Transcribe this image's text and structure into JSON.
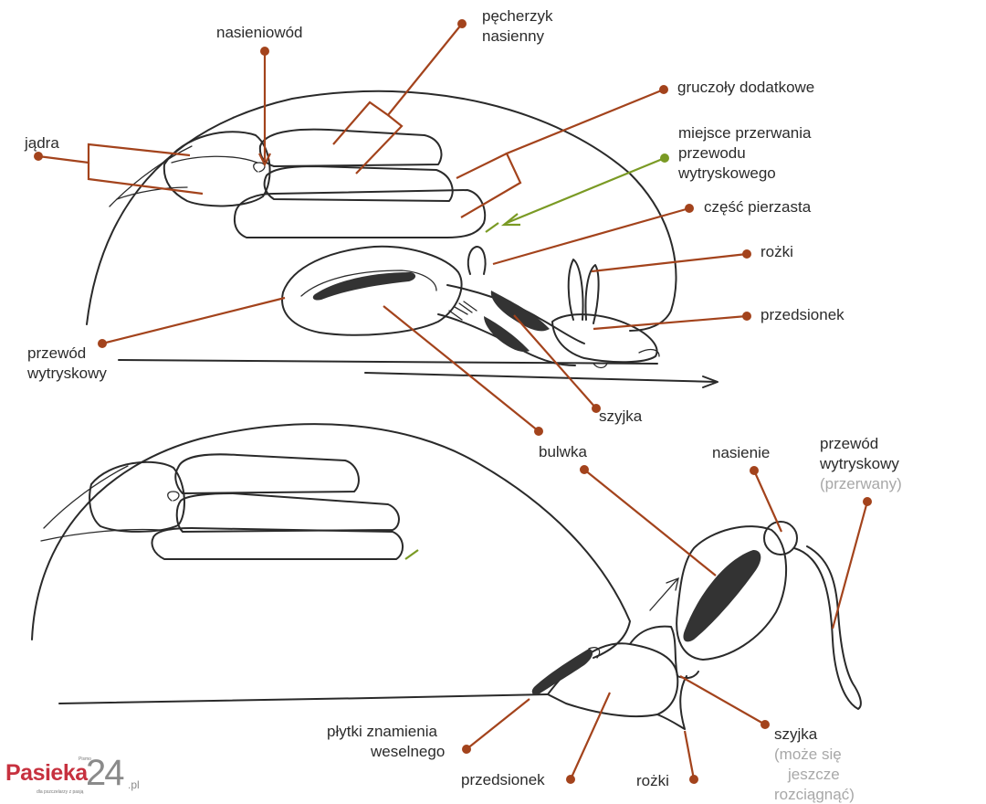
{
  "labels": {
    "top_nasieniowod": "nasieniowód",
    "top_pecherzyk_1": "pęcherzyk",
    "top_pecherzyk_2": "nasienny",
    "top_gruczoly": "gruczoły dodatkowe",
    "top_jadra": "jądra",
    "top_miejsce_1": "miejsce przerwania",
    "top_miejsce_2": "przewodu",
    "top_miejsce_3": "wytryskowego",
    "top_czesc": "część pierzasta",
    "top_rozki": "rożki",
    "top_przedsionek": "przedsionek",
    "top_przewod_1": "przewód",
    "top_przewod_2": "wytryskowy",
    "top_szyjka": "szyjka",
    "top_bulwka": "bulwka",
    "bot_nasienie": "nasienie",
    "bot_przewod_1": "przewód",
    "bot_przewod_2": "wytryskowy",
    "bot_przewod_3": "(przerwany)",
    "bot_plytki_1": "płytki znamienia",
    "bot_plytki_2": "weselnego",
    "bot_przedsionek": "przedsionek",
    "bot_rozki": "rożki",
    "bot_szyjka_1": "szyjka",
    "bot_szyjka_2": "(może się",
    "bot_szyjka_3": "jeszcze",
    "bot_szyjka_4": "rozciągnąć)"
  },
  "logo": {
    "text_main": "Pasieka",
    "text_num": "24",
    "text_tld": ".pl",
    "text_pismo": "Pismo",
    "text_tagline": "dla pszczelarzy z pasją"
  },
  "colors": {
    "pointer": "#a3431c",
    "pointer_green": "#7a9a24",
    "ink": "#2a2a2a",
    "label": "#2b2b2b",
    "grey_note": "#a8a8a8",
    "logo_red": "#c7313f",
    "logo_grey": "#8a8a8a"
  }
}
